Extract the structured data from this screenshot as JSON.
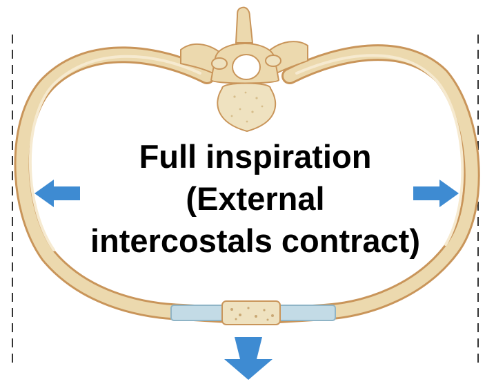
{
  "label": {
    "line1": "Full inspiration",
    "line2": "(External",
    "line3": "intercostals contract)"
  },
  "colors": {
    "bone": "#ecd9ae",
    "bone_outline": "#c9955a",
    "bone_shadow": "#d9b783",
    "vertebral_body": "#efe2c0",
    "cartilage": "#c3dbe6",
    "cartilage_outline": "#8fb4c6",
    "arrow": "#3e8bd2",
    "dashed_line": "#333333"
  },
  "icons": {
    "expansion_left": "arrow-left-icon",
    "expansion_right": "arrow-right-icon",
    "expansion_down": "arrow-down-icon"
  }
}
